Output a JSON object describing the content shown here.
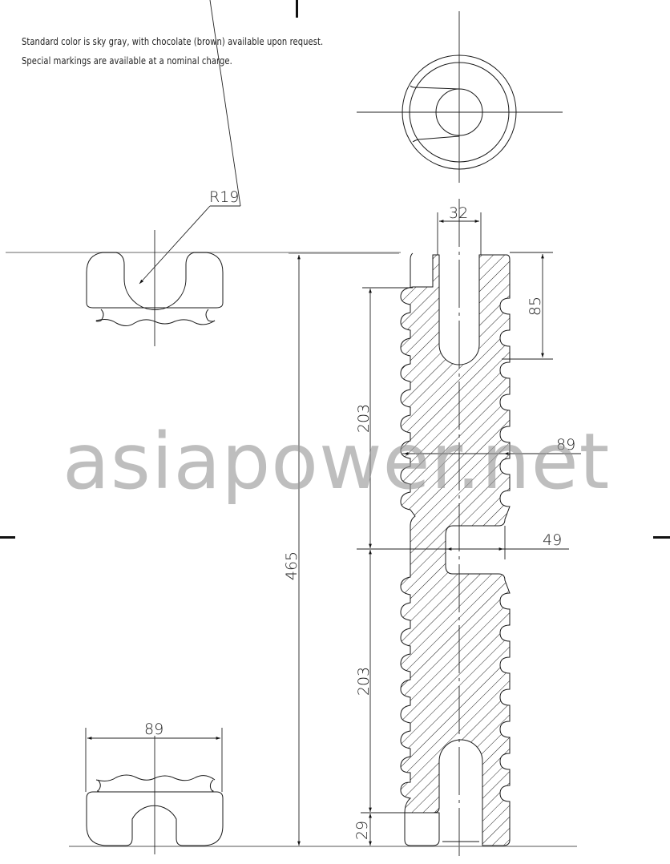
{
  "notes": {
    "line1": "Standard color is sky gray, with chocolate (brown) available upon request.",
    "line2": "Special markings are available at a nominal charge."
  },
  "dimensions": {
    "radius": "R19",
    "bore_width": "32",
    "bore_depth": "85",
    "overall_height": "465",
    "section_upper": "203",
    "section_lower": "203",
    "shed_diameter": "89",
    "slot_width": "49",
    "base_height": "29",
    "bottom_width": "89"
  },
  "watermark": "asiapower.net",
  "views": {
    "top_view": "end-view-circle",
    "section_view": "insulator-cross-section",
    "top_detail": "top-end-detail",
    "bottom_detail": "bottom-end-detail"
  },
  "colors": {
    "line": "#1a1a1a",
    "watermark": "#969696",
    "background": "#ffffff"
  }
}
